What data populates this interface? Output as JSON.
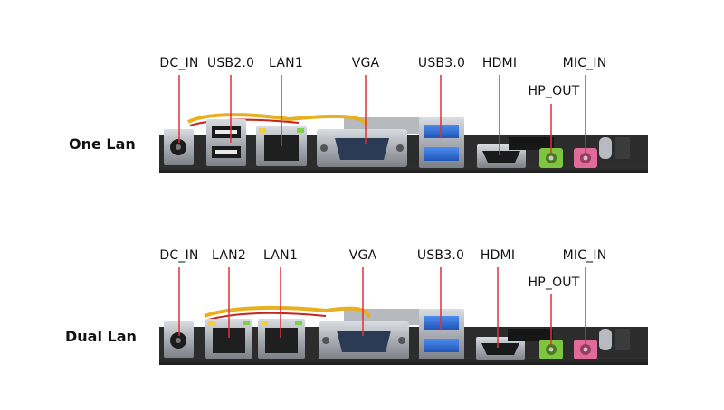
{
  "panels": [
    {
      "title": "One Lan",
      "ports": [
        "DC_IN",
        "USB2.0",
        "LAN1",
        "VGA",
        "USB3.0",
        "HDMI",
        "HP_OUT",
        "MIC_IN"
      ]
    },
    {
      "title": "Dual Lan",
      "ports": [
        "DC_IN",
        "LAN2",
        "LAN1",
        "VGA",
        "USB3.0",
        "HDMI",
        "HP_OUT",
        "MIC_IN"
      ]
    }
  ],
  "colors": {
    "leader_line": "#e0303a",
    "pcb": "#2a2a2a",
    "usb3_blue": "#2f6fd6",
    "hp_out_green": "#7ec640",
    "mic_in_pink": "#e06a9a",
    "metal": "#b8bcc2"
  }
}
